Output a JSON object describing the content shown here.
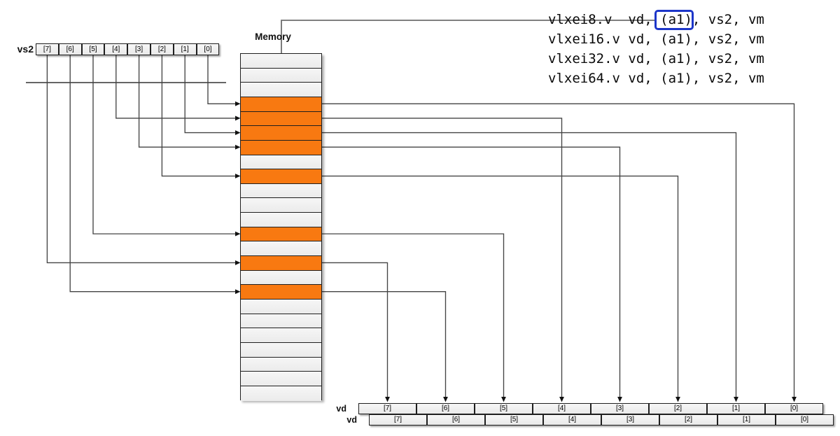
{
  "colors": {
    "highlight_orange": "#f87911",
    "cell_fill": "#efefef",
    "cell_border": "#1f1f1f",
    "connector_line": "#444444",
    "pointer_line": "#6e6e6e",
    "a1_box_blue": "#1d36c9"
  },
  "vs2": {
    "label": "vs2",
    "cells": [
      "[7]",
      "[6]",
      "[5]",
      "[4]",
      "[3]",
      "[2]",
      "[1]",
      "[0]"
    ]
  },
  "memory": {
    "label": "Memory",
    "row_count": 24,
    "highlighted_rows": [
      3,
      4,
      5,
      6,
      8,
      12,
      14,
      16
    ]
  },
  "vd_upper": {
    "label": "vd",
    "cells": [
      "[7]",
      "[6]",
      "[5]",
      "[4]",
      "[3]",
      "[2]",
      "[1]",
      "[0]"
    ]
  },
  "vd_lower": {
    "label": "vd",
    "cells": [
      "[7]",
      "[6]",
      "[5]",
      "[4]",
      "[3]",
      "[2]",
      "[1]",
      "[0]"
    ]
  },
  "instructions": {
    "lines": [
      "vlxei8.v  vd, (a1), vs2, vm",
      "vlxei16.v vd, (a1), vs2, vm",
      "vlxei32.v vd, (a1), vs2, vm",
      "vlxei64.v vd, (a1), vs2, vm"
    ],
    "highlighted_operand": "(a1)"
  },
  "mapping": [
    {
      "vs2": 0,
      "mem_row": 3,
      "vd": 0
    },
    {
      "vs2": 4,
      "mem_row": 4,
      "vd": 4
    },
    {
      "vs2": 1,
      "mem_row": 5,
      "vd": 1
    },
    {
      "vs2": 3,
      "mem_row": 6,
      "vd": 3
    },
    {
      "vs2": 2,
      "mem_row": 8,
      "vd": 2
    },
    {
      "vs2": 5,
      "mem_row": 12,
      "vd": 5
    },
    {
      "vs2": 7,
      "mem_row": 14,
      "vd": 7
    },
    {
      "vs2": 6,
      "mem_row": 16,
      "vd": 6
    }
  ]
}
